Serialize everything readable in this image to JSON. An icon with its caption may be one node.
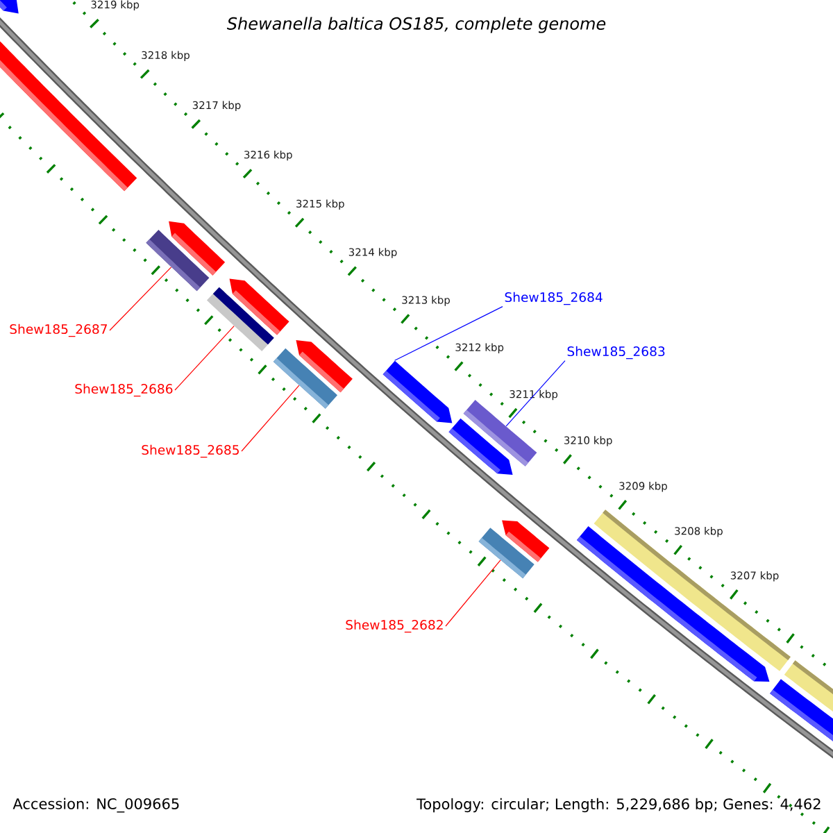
{
  "diagram": {
    "title": "Shewanella baltica OS185, complete genome",
    "nodes": [
      {
        "text": [
          "Shew185_2684"
        ]
      },
      {
        "text": [
          "Shew185_2687"
        ]
      },
      {
        "text": [
          "Shew185_2683"
        ]
      },
      {
        "text": [
          "Shew185_2686"
        ]
      },
      {
        "text": [
          "Shew185_2685"
        ]
      },
      {
        "text": [
          "Shew185_2682"
        ]
      },
      {
        "text": [],
        "shape": "arrow"
      },
      {
        "text": [],
        "shape": "bar"
      },
      {
        "text": [],
        "shape": "bar"
      },
      {
        "text": [],
        "shape": "bar"
      },
      {
        "text": [],
        "shape": "bar"
      },
      {
        "text": [],
        "shape": "bar"
      },
      {
        "text": [],
        "shape": "arrow"
      }
    ],
    "edges": [
      {
        "from": 0,
        "to": 6,
        "arrow": "none",
        "color": "#0000ff"
      },
      {
        "from": 1,
        "to": 7,
        "arrow": "none"
      },
      {
        "from": 2,
        "to": 8,
        "arrow": "none",
        "color": "#0000ff"
      },
      {
        "from": 3,
        "to": 9,
        "arrow": "none"
      },
      {
        "from": 4,
        "to": 10,
        "arrow": "none"
      },
      {
        "from": 5,
        "to": 11,
        "arrow": "none"
      }
    ],
    "labels": [
      "3219 kbp",
      "3218 kbp",
      "3217 kbp",
      "3216 kbp",
      "3215 kbp",
      "3214 kbp",
      "3213 kbp",
      "3212 kbp",
      "3211 kbp",
      "3210 kbp",
      "3209 kbp",
      "3208 kbp",
      "3207 kbp",
      "Accession: NC_009665",
      "Topology: circular; Length: 5,229,686 bp; Genes: 4,462"
    ]
  }
}
